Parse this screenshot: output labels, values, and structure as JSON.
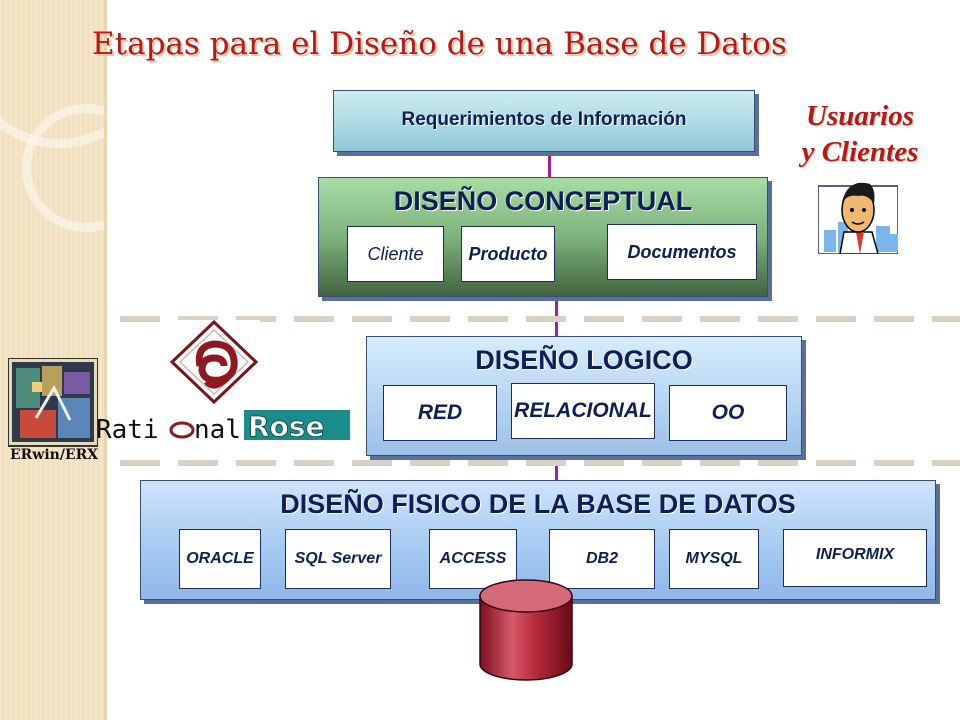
{
  "title": "Etapas para el Diseño de una Base de Datos",
  "usuarios": {
    "line1": "Usuarios",
    "line2": "y Clientes"
  },
  "requerimientos": "Requerimientos de Información",
  "conceptual": {
    "title": "DISEÑO CONCEPTUAL",
    "items": [
      "Cliente",
      "Producto",
      "Documentos"
    ]
  },
  "logico": {
    "title": "DISEÑO LOGICO",
    "items": [
      "RED",
      "RELACIONAL",
      "OO"
    ]
  },
  "fisico": {
    "title": "DISEÑO FISICO DE LA BASE DE DATOS",
    "items": [
      "ORACLE",
      "SQL Server",
      "ACCESS",
      "DB2",
      "MYSQL",
      "INFORMIX"
    ]
  },
  "logos": {
    "rational_left": "Rati",
    "rational_mid": "nal",
    "rational_right": "Rose",
    "erwin": "ERwin/ERX"
  },
  "colors": {
    "title": "#b51a1a",
    "connector": "#b31a8c",
    "panel_text": "#0e1f57"
  }
}
